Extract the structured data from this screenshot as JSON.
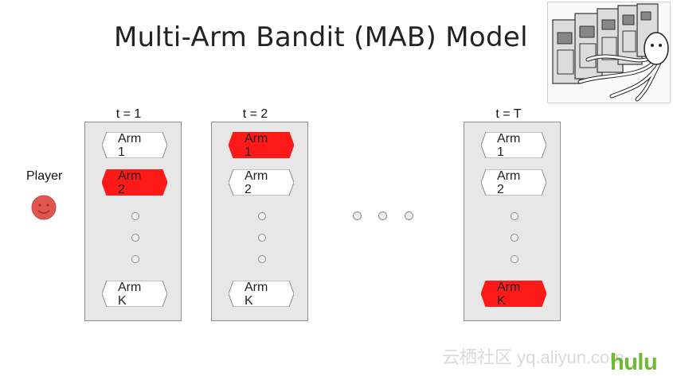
{
  "slide": {
    "title": "Multi-Arm Bandit (MAB) Model"
  },
  "player": {
    "label": "Player",
    "face_color": "#e0554f"
  },
  "colors": {
    "arm_selected": "#ff1a1a",
    "arm_default": "#ffffff",
    "column_bg": "#e7e7e7"
  },
  "columns": [
    {
      "time_label": "t = 1",
      "arm1": {
        "label": "Arm\n1",
        "selected": false
      },
      "arm2": {
        "label": "Arm\n2",
        "selected": true
      },
      "armK": {
        "label": "Arm\nK",
        "selected": false
      }
    },
    {
      "time_label": "t = 2",
      "arm1": {
        "label": "Arm\n1",
        "selected": true
      },
      "arm2": {
        "label": "Arm\n2",
        "selected": false
      },
      "armK": {
        "label": "Arm\nK",
        "selected": false
      }
    },
    {
      "time_label": "t = T",
      "arm1": {
        "label": "Arm\n1",
        "selected": false
      },
      "arm2": {
        "label": "Arm\n2",
        "selected": false
      },
      "armK": {
        "label": "Arm\nK",
        "selected": true
      }
    }
  ],
  "watermark": "云栖社区 yq.aliyun.com",
  "logo": "hulu"
}
